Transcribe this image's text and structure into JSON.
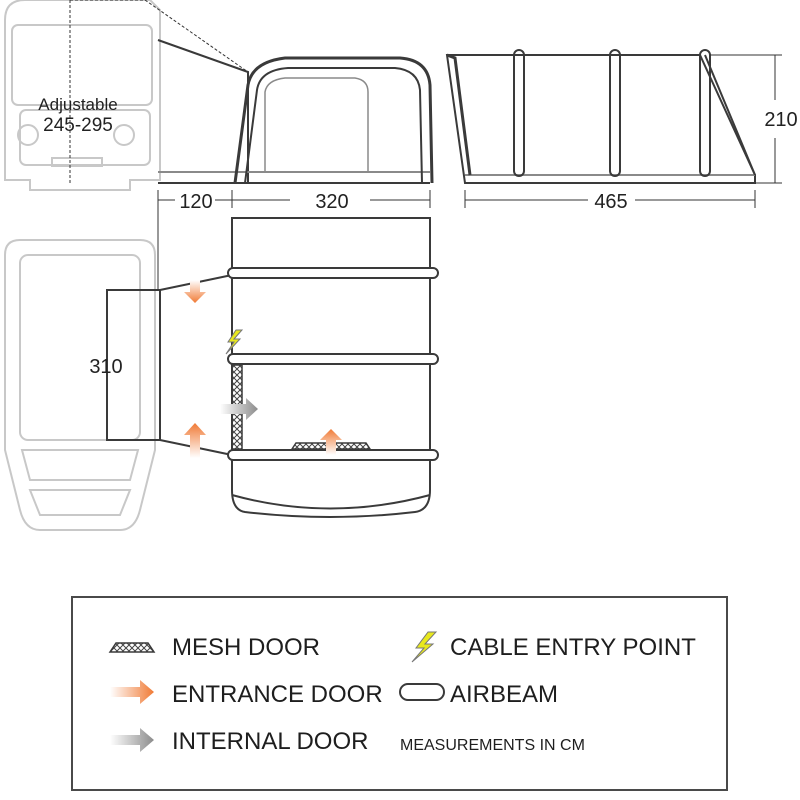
{
  "dimensions": {
    "adjustable_label": "Adjustable",
    "adjustable_range": "245-295",
    "annex_depth": "120",
    "awning_width": "320",
    "side_length": "465",
    "height": "210",
    "plan_depth": "310"
  },
  "legend": {
    "mesh_door": "MESH DOOR",
    "entrance_door": "ENTRANCE DOOR",
    "internal_door": "INTERNAL DOOR",
    "cable_entry_point": "CABLE ENTRY POINT",
    "airbeam": "AIRBEAM",
    "measurements_note": "MEASUREMENTS IN CM"
  },
  "colors": {
    "outline": "#3a3a3a",
    "vehicle_outline": "#c8c8c8",
    "entrance_arrow": "#f07a35",
    "internal_arrow": "#9a9a9a",
    "cable_bolt": "#e8e81e"
  },
  "icons": {
    "mesh_door": "mesh-door-icon",
    "entrance_door": "entrance-arrow-icon",
    "internal_door": "internal-arrow-icon",
    "cable_entry_point": "lightning-bolt-icon",
    "airbeam": "airbeam-icon"
  }
}
